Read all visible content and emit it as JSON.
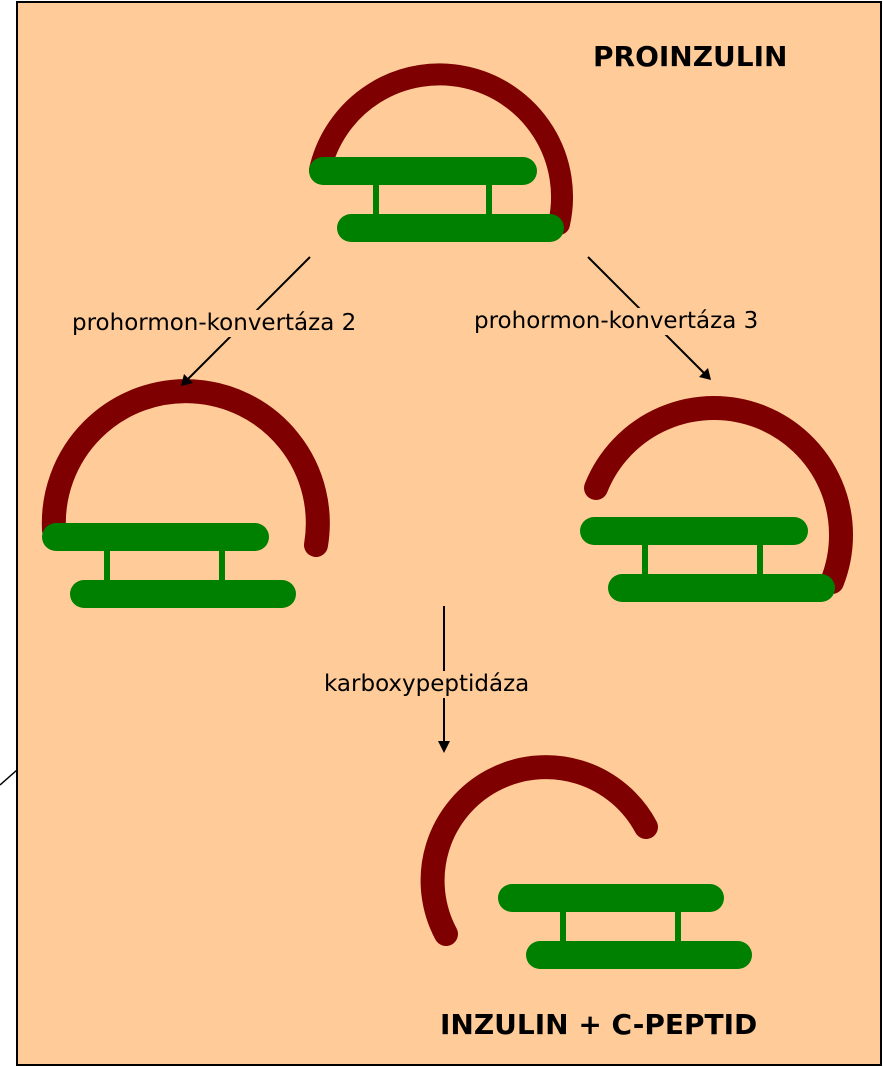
{
  "title_top": "PROINZULIN",
  "title_bottom": "INZULIN + C-PEPTID",
  "enzymes": {
    "left": "prohormon-konvertáza 2",
    "right": "prohormon-konvertáza 3",
    "bottom": "karboxypeptidáza"
  },
  "colors": {
    "background": "#ffcc99",
    "c_peptide": "#7f0000",
    "chains": "#008000",
    "frame": "#000000"
  }
}
